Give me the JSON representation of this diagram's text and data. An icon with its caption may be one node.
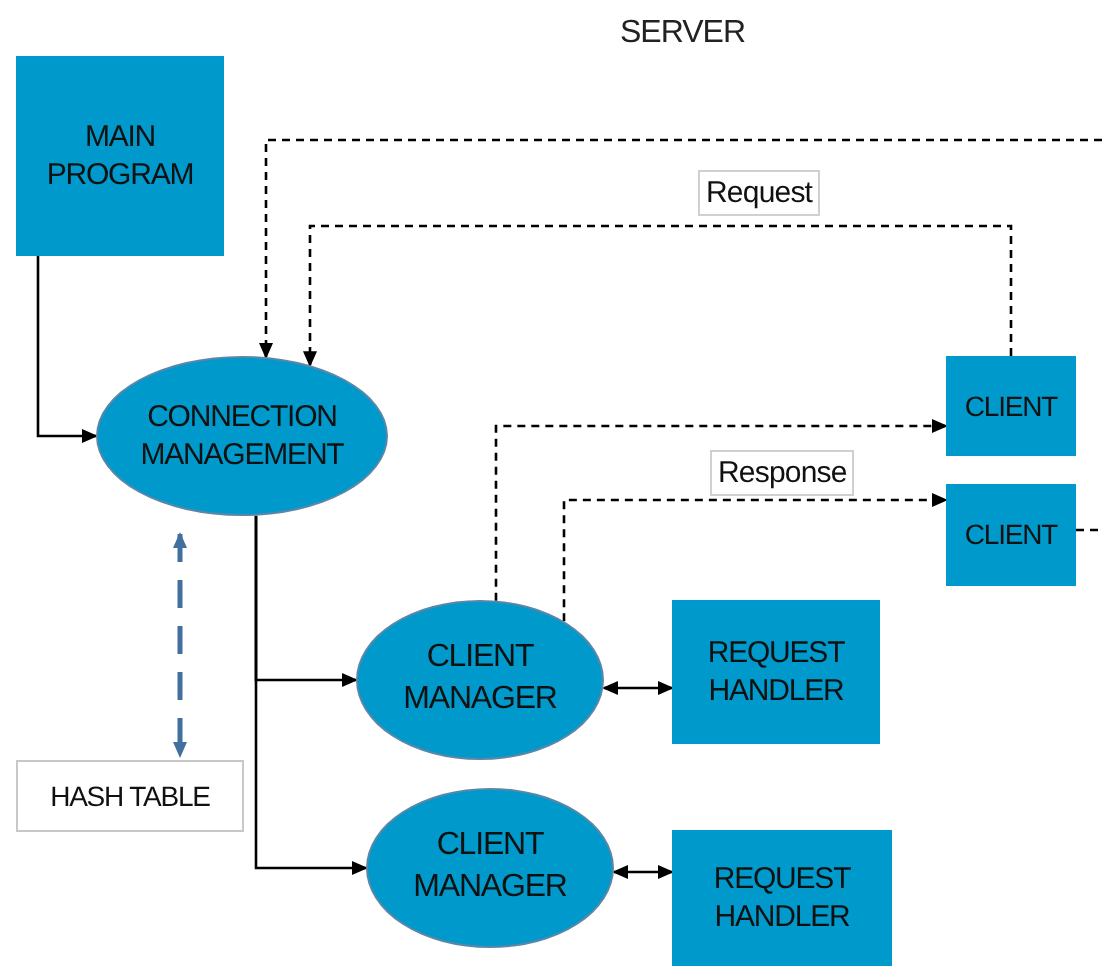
{
  "diagram": {
    "title": "SERVER",
    "nodes": [
      {
        "text": [
          "MAIN PROGRAM"
        ]
      },
      {
        "text": [
          "CONNECTION MANAGEMENT"
        ]
      },
      {
        "text": [
          "CLIENT"
        ]
      },
      {
        "text": [
          "CLIENT"
        ]
      },
      {
        "text": [
          "CLIENT MANAGER"
        ]
      },
      {
        "text": [
          "REQUEST HANDLER"
        ]
      },
      {
        "text": [
          "CLIENT MANAGER"
        ]
      },
      {
        "text": [
          "REQUEST HANDLER"
        ]
      },
      {
        "text": [
          "HASH TABLE"
        ]
      }
    ],
    "edges": [
      {
        "from": 0,
        "to": 1,
        "arrow": "to"
      },
      {
        "from": 2,
        "to": 1,
        "arrow": "to",
        "label": "Request",
        "style": "dashed"
      },
      {
        "from": null,
        "to": 1,
        "arrow": "to",
        "style": "dashed"
      },
      {
        "from": 1,
        "to": 4,
        "arrow": "to"
      },
      {
        "from": 1,
        "to": 6,
        "arrow": "to"
      },
      {
        "from": 4,
        "to": 5,
        "arrow": "both"
      },
      {
        "from": 6,
        "to": 7,
        "arrow": "both"
      },
      {
        "from": 1,
        "to": 8,
        "arrow": "both",
        "style": "dashed",
        "color": "#41709f"
      },
      {
        "from": 4,
        "to": 2,
        "arrow": "to",
        "style": "dashed"
      },
      {
        "from": 4,
        "to": 3,
        "arrow": "to",
        "label": "Response",
        "style": "dashed"
      },
      {
        "from": 3,
        "to": null,
        "arrow": "none",
        "style": "dashed"
      }
    ]
  }
}
